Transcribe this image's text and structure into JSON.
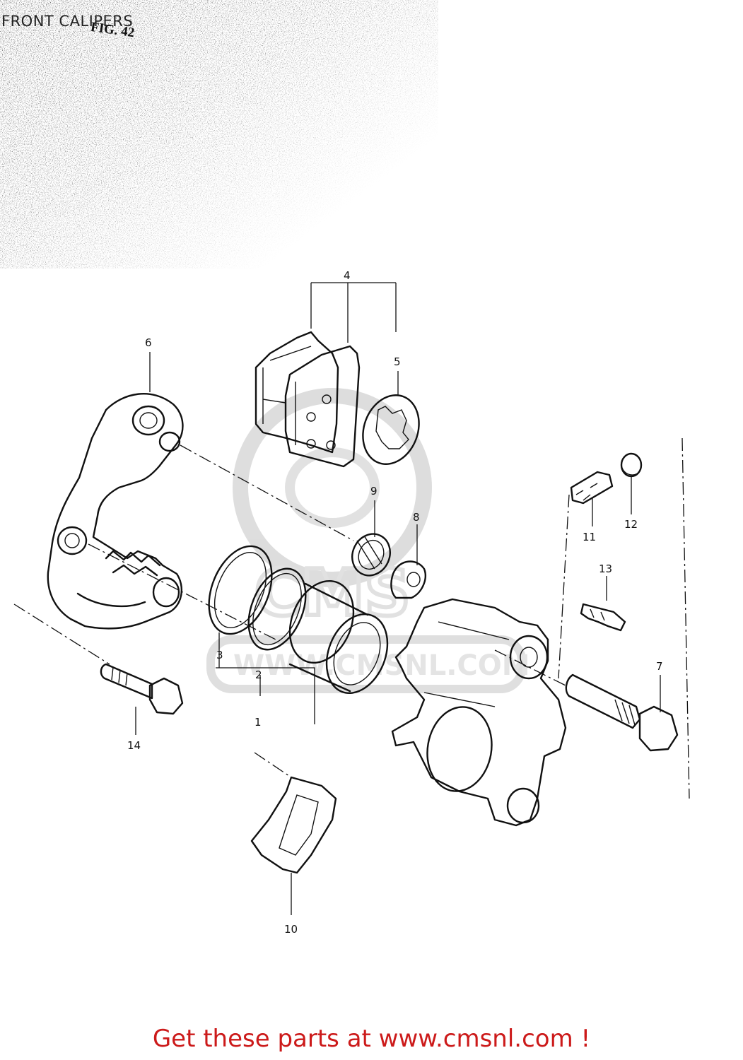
{
  "header": {
    "title": "FRONT CALIPERS",
    "figure": "FIG. 42"
  },
  "callouts": [
    "1",
    "2",
    "3",
    "4",
    "5",
    "6",
    "7",
    "8",
    "9",
    "10",
    "11",
    "12",
    "13",
    "14"
  ],
  "footer": {
    "text": "Get these parts at www.cmsnl.com !",
    "color": "#cc1a1a"
  },
  "colors": {
    "ink": "#111111",
    "watermark": "#d8d8d8"
  }
}
